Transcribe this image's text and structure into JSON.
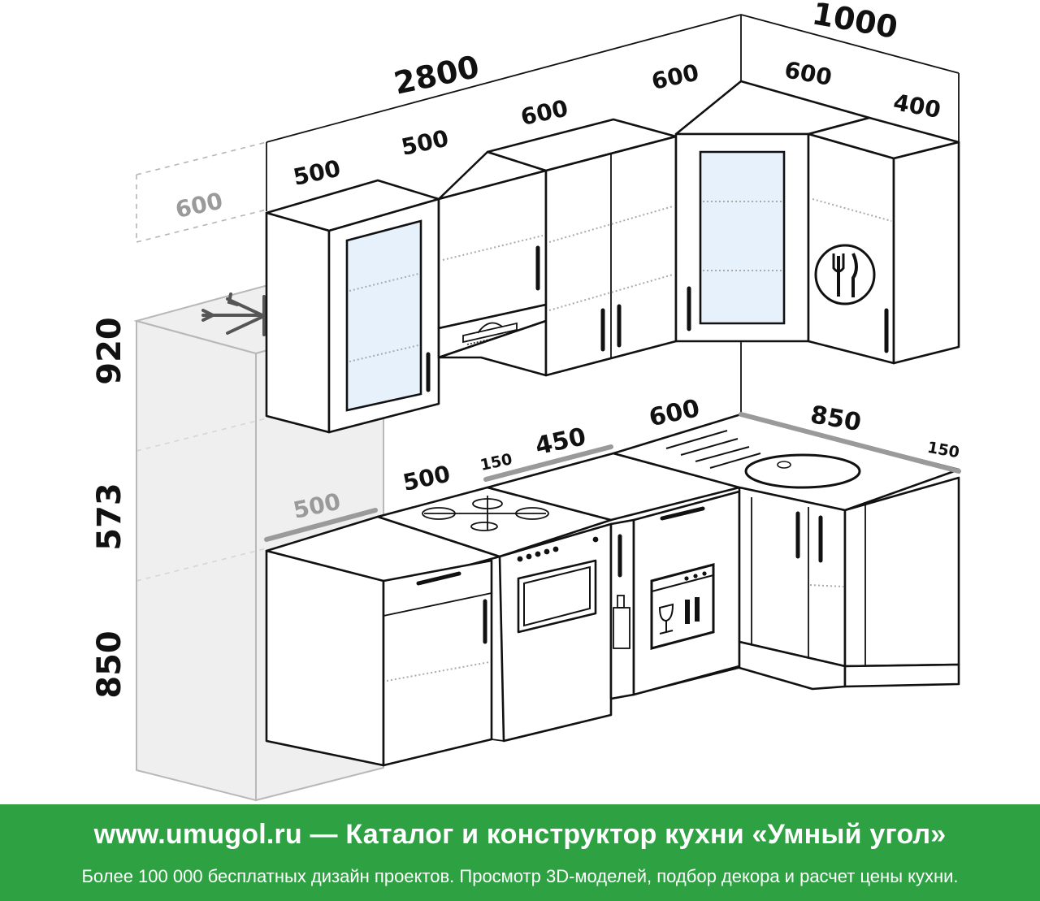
{
  "dimensions": {
    "total_length": "2800",
    "side_length": "1000",
    "upper_500_a": "500",
    "upper_500_b": "500",
    "upper_600_a": "600",
    "upper_600_b": "600",
    "upper_600_corner": "600",
    "upper_400": "400",
    "fridge_depth": "600",
    "height_upper": "920",
    "height_gap": "573",
    "height_base": "850",
    "base_500_fridge": "500",
    "base_500_hob": "500",
    "gap_150_left": "150",
    "base_450": "450",
    "base_600": "600",
    "base_850": "850",
    "gap_150_right": "150"
  },
  "footer": {
    "title": "www.umugol.ru — Каталог и конструктор кухни «Умный угол»",
    "subtitle": "Более 100 000 бесплатных дизайн проектов. Просмотр 3D-моделей, подбор декора и расчет цены кухни."
  },
  "colors": {
    "footer_bg": "#2ea142",
    "glass": "#e7f1fb",
    "fridge": "#e6e6e6"
  }
}
